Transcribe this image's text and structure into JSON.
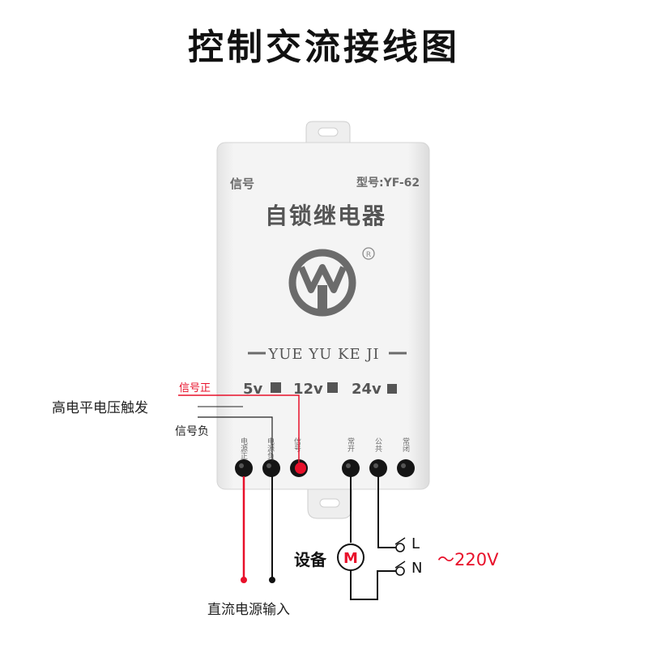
{
  "title": "控制交流接线图",
  "device": {
    "signal_label": "信号",
    "model_label": "型号:YF-62",
    "name": "自锁继电器",
    "registered_mark": "R",
    "brand_text": "YUE YU KE JI",
    "voltages": [
      "5v",
      "12v",
      "24v"
    ]
  },
  "terminals": [
    {
      "label": "电源正"
    },
    {
      "label": "电源负"
    },
    {
      "label": "信号"
    },
    {
      "label": "常开"
    },
    {
      "label": "公共"
    },
    {
      "label": "常闭"
    }
  ],
  "annotations": {
    "signal_positive": "信号正",
    "high_level_trigger": "高电平电压触发",
    "signal_negative": "信号负",
    "equipment": "设备",
    "motor_symbol": "M",
    "live": "L",
    "neutral": "N",
    "ac_voltage": "～220V",
    "dc_input": "直流电源输入"
  },
  "colors": {
    "accent_red": "#e8102a",
    "device_body": "#f1f1f1",
    "wire": "#111111",
    "label_gray": "#6b6b6b"
  }
}
